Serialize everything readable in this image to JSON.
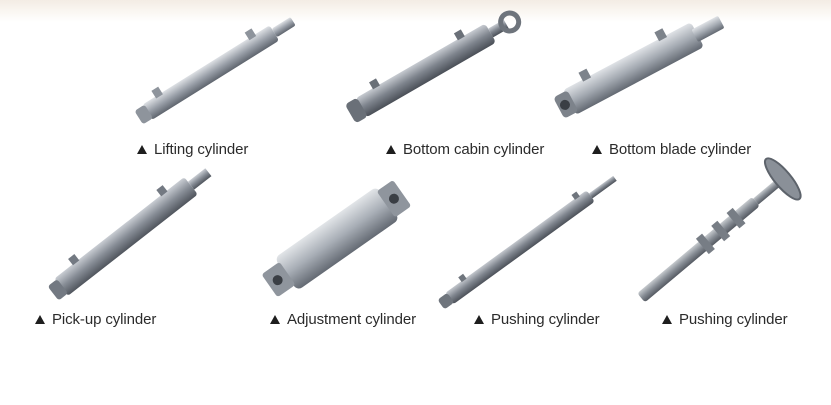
{
  "colors": {
    "metal_light": "#c9cdd3",
    "metal_mid": "#9aa0a9",
    "metal_dark": "#5f656e",
    "caption_text": "#2b2b2b",
    "marker": "#1e1e1e"
  },
  "products": [
    {
      "label": "Lifting cylinder"
    },
    {
      "label": "Bottom cabin cylinder"
    },
    {
      "label": "Bottom blade cylinder"
    },
    {
      "label": "Pick-up cylinder"
    },
    {
      "label": "Adjustment cylinder"
    },
    {
      "label": "Pushing cylinder"
    },
    {
      "label": "Pushing cylinder"
    }
  ]
}
